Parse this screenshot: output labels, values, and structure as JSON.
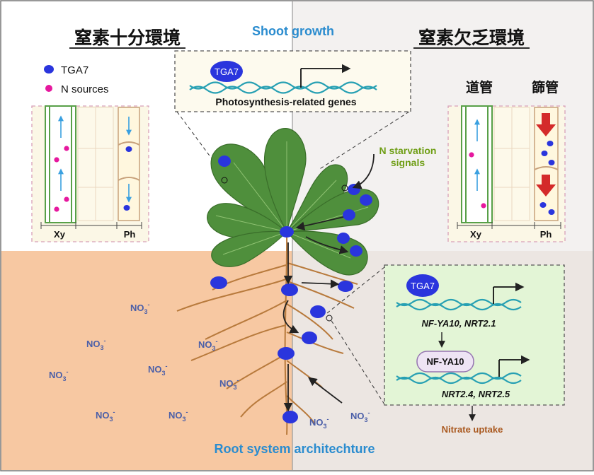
{
  "titles": {
    "left": "窒素十分環境",
    "right": "窒素欠乏環境",
    "top": "Shoot growth",
    "bottom": "Root system architechture"
  },
  "legend": {
    "tga7": "TGA7",
    "n_sources": "N sources"
  },
  "shoot_box": {
    "protein": "TGA7",
    "genes": "Photosynthesis-related genes"
  },
  "left_panel": {
    "xy": "Xy",
    "ph": "Ph"
  },
  "right_panel": {
    "xylem_title": "道管",
    "phloem_title": "篩管",
    "xy": "Xy",
    "ph": "Ph"
  },
  "signals_label": {
    "line1": "N starvation",
    "line2": "signals"
  },
  "root_box": {
    "tga7": "TGA7",
    "genes1": "NF-YA10, NRT2.1",
    "nfya10": "NF-YA10",
    "genes2": "NRT2.4, NRT2.5"
  },
  "nitrate_uptake": "Nitrate uptake",
  "no3": {
    "main": "NO",
    "sub": "3",
    "sup": "-"
  },
  "colors": {
    "tga7_blue": "#2a35dd",
    "n_pink": "#e6189e",
    "title_blue": "#2a8ccf",
    "signal_green": "#6f9e16",
    "uptake_brown": "#a9581e",
    "soil_left": "#f7c8a2",
    "soil_right": "#ece6e2",
    "leaf_green": "#4f8f3c",
    "box_green": "#e3f5d6"
  }
}
